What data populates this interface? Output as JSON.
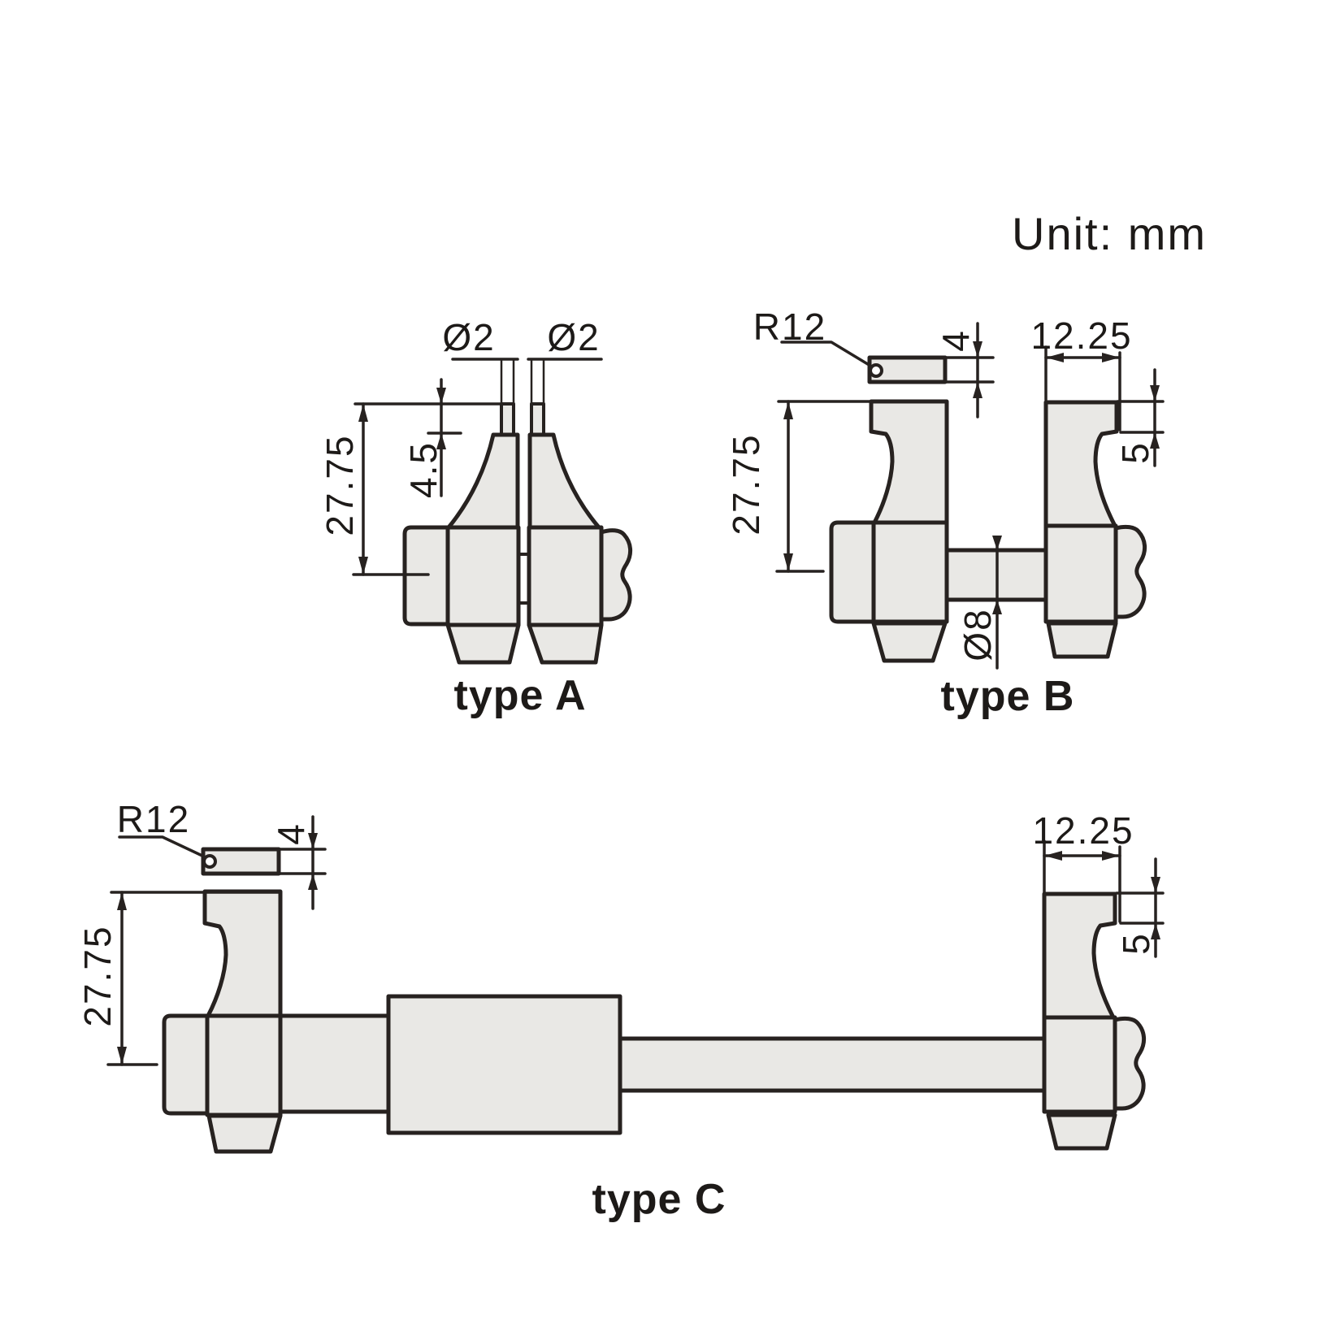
{
  "unit_label": "Unit: mm",
  "colors": {
    "line": "#272220",
    "fill": "#e9e8e5",
    "background": "#ffffff"
  },
  "typeA": {
    "label": "type A",
    "dia_left": "Ø2",
    "dia_right": "Ø2",
    "pin_length": "4.5",
    "height": "27.75"
  },
  "typeB": {
    "label": "type B",
    "tip_radius": "R12",
    "arm_thickness": "4",
    "jaw_width": "12.25",
    "relief_depth": "5",
    "height": "27.75",
    "rod_dia": "Ø8"
  },
  "typeC": {
    "label": "type C",
    "tip_radius": "R12",
    "arm_thickness": "4",
    "jaw_width": "12.25",
    "relief_depth": "5",
    "height": "27.75"
  }
}
